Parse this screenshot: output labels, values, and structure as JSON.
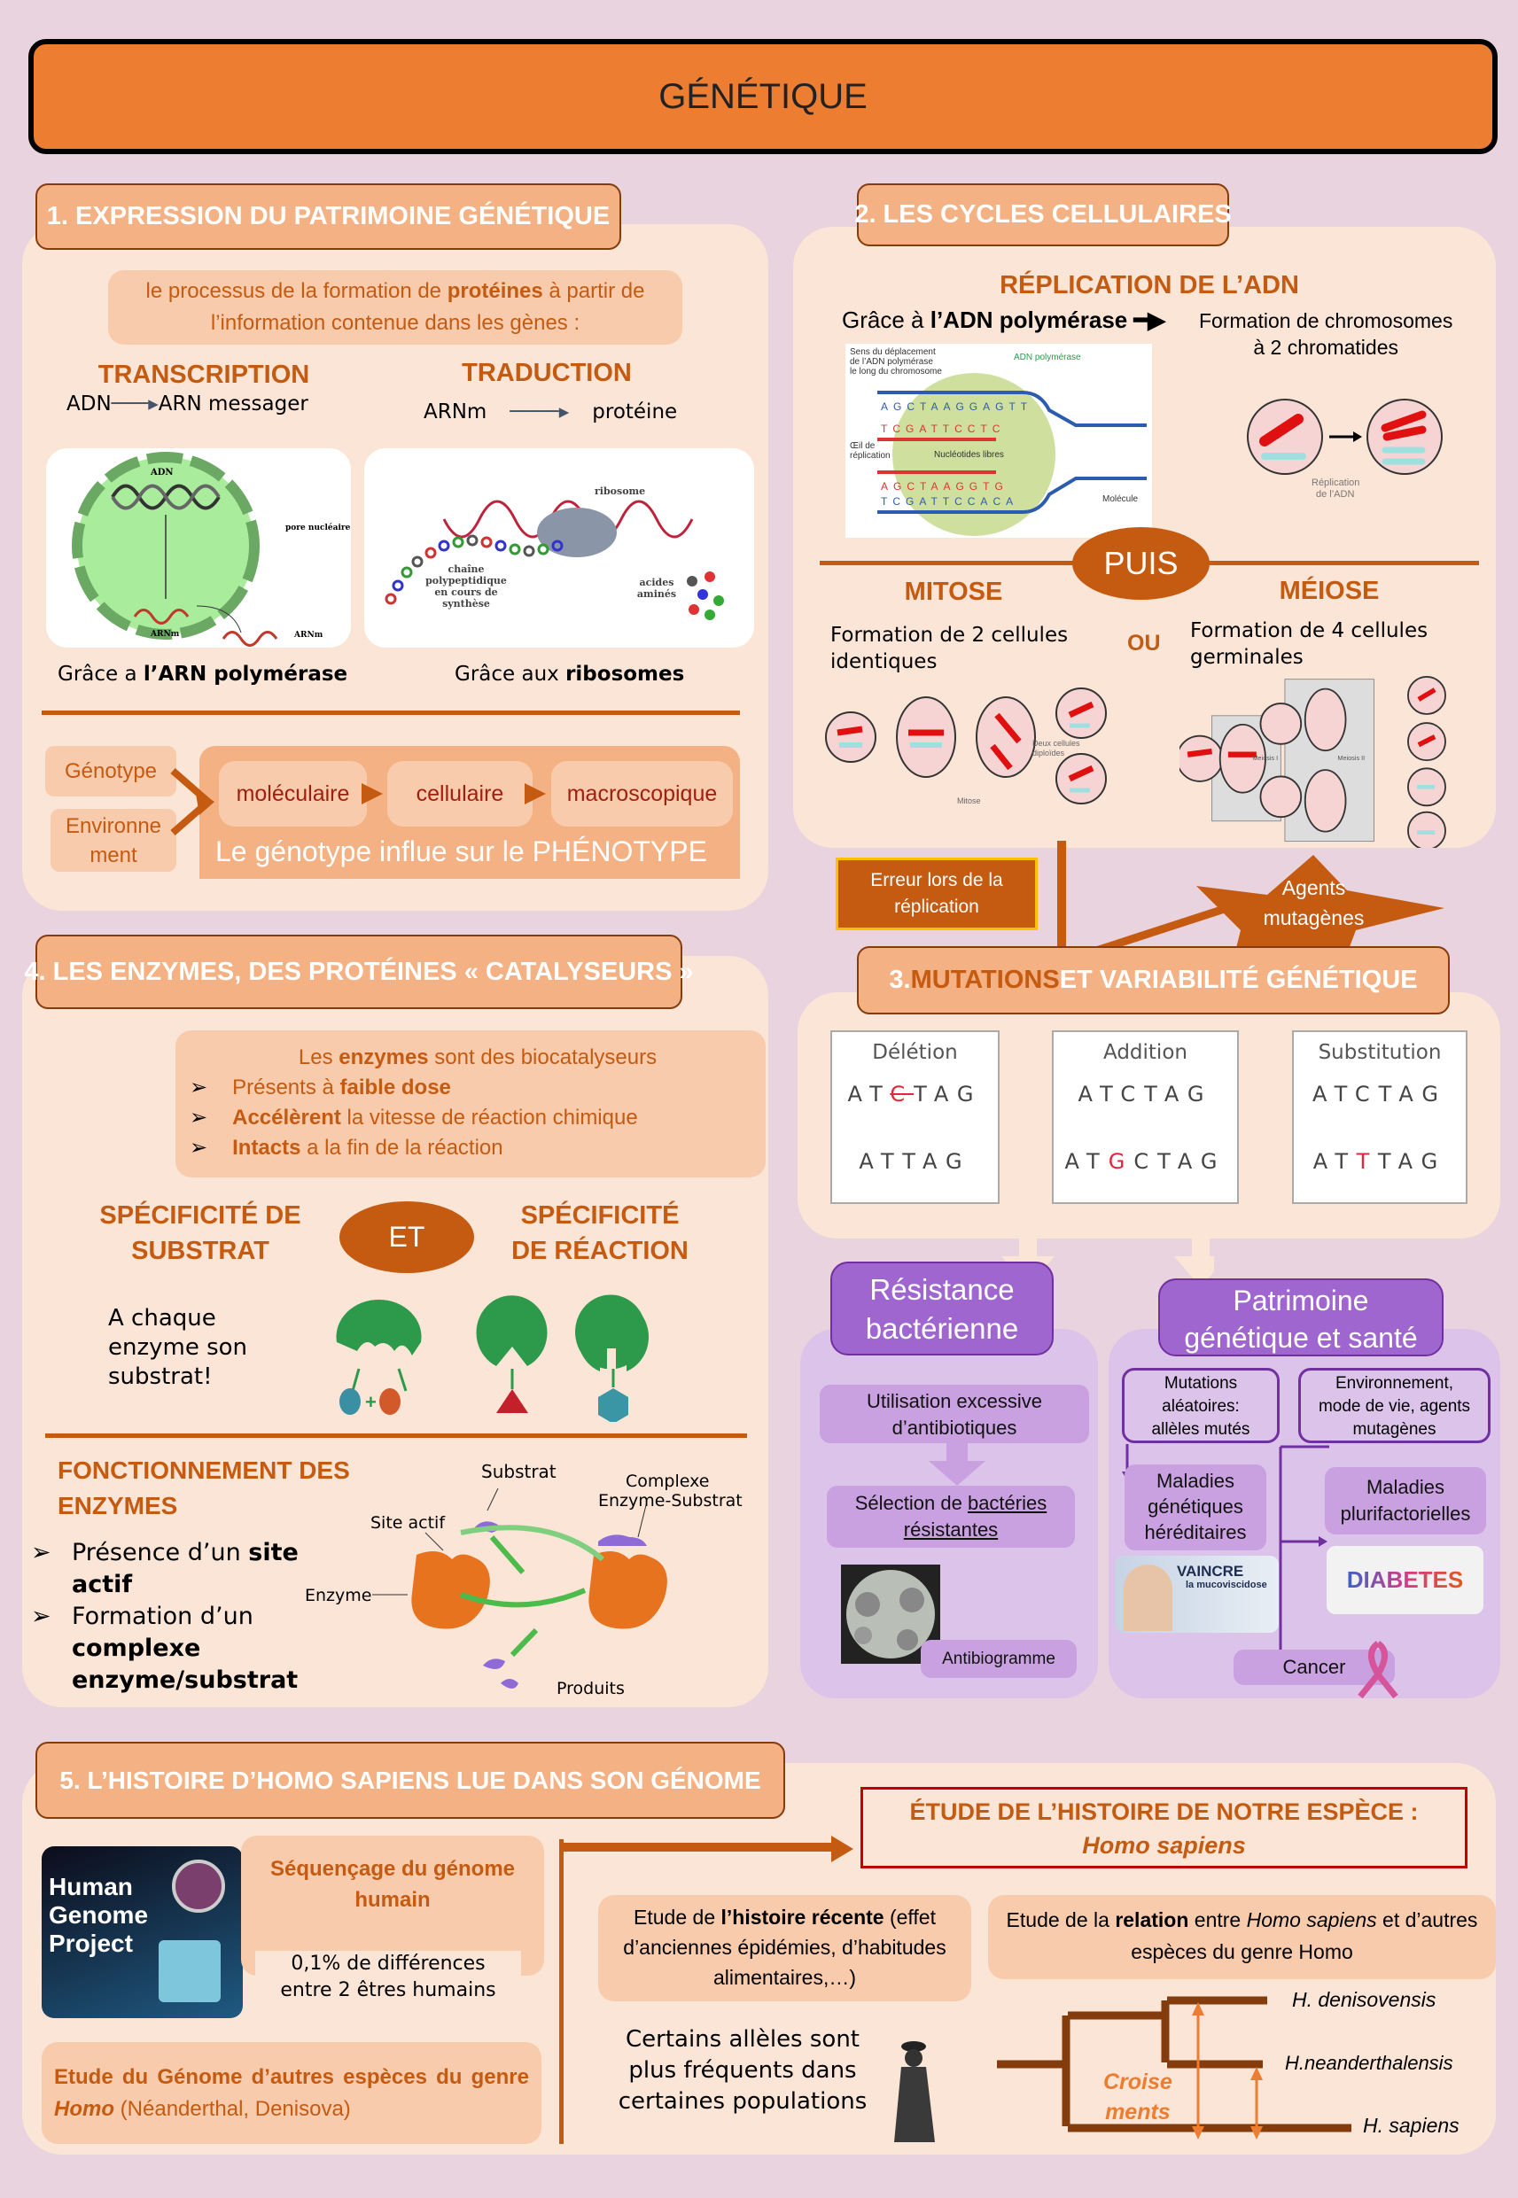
{
  "title": "GÉNÉTIQUE",
  "s1": {
    "header": "1. EXPRESSION DU PATRIMOINE GÉNÉTIQUE",
    "intro": [
      "le processus de la formation de ",
      "protéines",
      " à partir de",
      "l’information contenue dans les gènes :"
    ],
    "transcription": {
      "title": "TRANSCRIPTION",
      "from": "ADN",
      "to": "ARN messager",
      "caption": [
        "Grâce a ",
        "l’ARN polymérase"
      ],
      "labels": [
        "ADN",
        "pore nucléaire",
        "ARNm",
        "ARNm"
      ]
    },
    "traduction": {
      "title": "TRADUCTION",
      "from": "ARNm",
      "to": "protéine",
      "caption": [
        "Grâce aux ",
        "ribosomes"
      ],
      "labels": [
        "ribosome",
        "chaîne polypeptidique en cours de synthèse",
        "acides aminés"
      ]
    },
    "genotype": "Génotype",
    "environnement": [
      "Environne",
      "ment"
    ],
    "levels": [
      "moléculaire",
      "cellulaire",
      "macroscopique"
    ],
    "phenotype": "Le génotype influe sur le PHÉNOTYPE"
  },
  "s2": {
    "header": "2. LES CYCLES CELLULAIRES",
    "replication_title": "RÉPLICATION DE L’ADN",
    "grace": [
      "Grâce à ",
      "l’ADN polymérase"
    ],
    "formation": [
      "Formation de chromosomes",
      "à 2 chromatides"
    ],
    "rep_labels": [
      "Sens du déplacement",
      "de l’ADN polymérase",
      "le long du chromosome",
      "ADN polymérase",
      "Œil de",
      "réplication",
      "Nucléotides libres",
      "Molécule",
      "Réplication",
      "de l’ADN"
    ],
    "puis": "PUIS",
    "ou": "OU",
    "mitose": {
      "title": "MITOSE",
      "text": [
        "Formation de 2 cellules",
        "identiques"
      ],
      "labels": [
        "Deux cellules",
        "diploïdes",
        "Mitose"
      ]
    },
    "meiose": {
      "title": "MÉIOSE",
      "text": [
        "Formation de 4 cellules",
        "germinales"
      ],
      "labels": [
        "Meiosis I",
        "Meiosis II"
      ]
    },
    "erreur": [
      "Erreur lors de la",
      "réplication"
    ],
    "agents": [
      "Agents",
      "mutagènes"
    ]
  },
  "s3": {
    "header": [
      "3. ",
      "MUTATIONS",
      " ET VARIABILITÉ GÉNÉTIQUE"
    ],
    "mutations": [
      {
        "name": "Délétion",
        "before": [
          "A",
          "T",
          "C",
          "T",
          "A",
          "G"
        ],
        "after": [
          "A",
          "T",
          "T",
          "A",
          "G"
        ]
      },
      {
        "name": "Addition",
        "before": [
          "A",
          "T",
          "C",
          "T",
          "A",
          "G"
        ],
        "after": [
          "A",
          "T",
          "G",
          "C",
          "T",
          "A",
          "G"
        ]
      },
      {
        "name": "Substitution",
        "before": [
          "A",
          "T",
          "C",
          "T",
          "A",
          "G"
        ],
        "after": [
          "A",
          "T",
          "T",
          "T",
          "A",
          "G"
        ]
      }
    ],
    "resistance": {
      "title": [
        "Résistance",
        "bactérienne"
      ],
      "items": [
        "Utilisation excessive",
        "d’antibiotiques",
        "Sélection de ",
        "bactéries",
        "résistantes"
      ],
      "antibiogramme": "Antibiogramme"
    },
    "sante": {
      "title": [
        "Patrimoine",
        "génétique et santé"
      ],
      "mutations": [
        "Mutations",
        "aléatoires:",
        "allèles mutés"
      ],
      "environnement": [
        "Environnement,",
        "mode de vie, agents",
        "mutagènes"
      ],
      "maladies_gen": [
        "Maladies",
        "génétiques",
        "héréditaires"
      ],
      "maladies_plu": [
        "Maladies",
        "plurifactorielles"
      ],
      "cancer": "Cancer",
      "vaincre": [
        "VAINCRE",
        "la mucoviscidose"
      ],
      "diabetes": "DIABETES"
    }
  },
  "s4": {
    "header": "4. LES ENZYMES, DES PROTÉINES « CATALYSEURS »",
    "intro": [
      "Les ",
      "enzymes",
      " sont des biocatalyseurs"
    ],
    "bullets": [
      [
        "Présents à ",
        "faible dose"
      ],
      [
        "Accélèrent",
        " la vitesse de réaction chimique"
      ],
      [
        "Intacts",
        " a la fin de la réaction"
      ]
    ],
    "spec_substrat": [
      "SPÉCIFICITÉ DE",
      "SUBSTRAT"
    ],
    "et": "ET",
    "spec_reaction": [
      "SPÉCIFICITÉ",
      "DE RÉACTION"
    ],
    "chaque": [
      "A chaque",
      "enzyme son",
      "substrat!"
    ],
    "fonct": [
      "FONCTIONNEMENT DES",
      "ENZYMES"
    ],
    "fbullets": [
      [
        "Présence d’un ",
        "site"
      ],
      [
        "actif"
      ],
      [
        "Formation d’un"
      ],
      [
        "complexe"
      ],
      [
        "enzyme/substrat"
      ]
    ],
    "diagram": {
      "substrat": "Substrat",
      "complexe": [
        "Complexe",
        "Enzyme-Substrat"
      ],
      "site": "Site actif",
      "enzyme": "Enzyme",
      "produits": "Produits"
    }
  },
  "s5": {
    "header": "5. L’HISTOIRE D’HOMO SAPIENS LUE DANS SON GÉNOME",
    "hgp": [
      "Human",
      "Genome",
      "Project"
    ],
    "sequencage": [
      "Séquençage du génome",
      "humain"
    ],
    "diff": [
      "0,1% de différences",
      "entre 2 êtres humains"
    ],
    "autres": [
      "Etude du Génome d’autres espèces du genre ",
      "Homo",
      " (Néanderthal, Denisova)"
    ],
    "etude": [
      "ÉTUDE DE L’HISTOIRE DE NOTRE ESPÈCE :",
      "Homo sapiens"
    ],
    "recente": [
      "Etude de ",
      "l’histoire récente",
      " (effet d’anciennes épidémies, d’habitudes alimentaires,…)"
    ],
    "relation": [
      "Etude de la ",
      "relation",
      " entre ",
      "Homo sapiens",
      " et d’autres espèces du genre Homo"
    ],
    "alleles": [
      "Certains allèles sont",
      "plus fréquents dans",
      "certaines populations"
    ],
    "species": [
      "H. denisovensis",
      "H.neanderthalensis",
      "H. sapiens"
    ],
    "croisements": [
      "Croise",
      "ments"
    ]
  },
  "colors": {
    "orange": "#ed7d31",
    "brown": "#c55a11",
    "panel": "#fbe5d6",
    "purple": "#a066d0"
  }
}
